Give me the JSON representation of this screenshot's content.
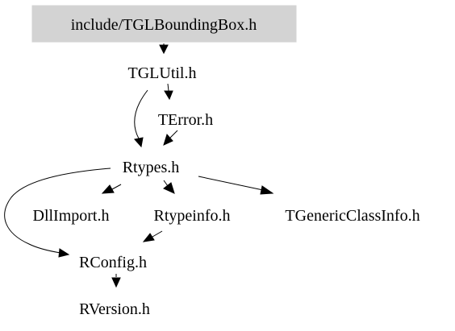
{
  "diagram": {
    "root": "include/TGLBoundingBox.h",
    "nodes": [
      "TGLUtil.h",
      "TError.h",
      "Rtypes.h",
      "DllImport.h",
      "Rtypeinfo.h",
      "TGenericClassInfo.h",
      "RConfig.h",
      "RVersion.h"
    ],
    "edges": [
      [
        "include/TGLBoundingBox.h",
        "TGLUtil.h"
      ],
      [
        "TGLUtil.h",
        "TError.h"
      ],
      [
        "TGLUtil.h",
        "Rtypes.h"
      ],
      [
        "TError.h",
        "Rtypes.h"
      ],
      [
        "Rtypes.h",
        "DllImport.h"
      ],
      [
        "Rtypes.h",
        "Rtypeinfo.h"
      ],
      [
        "Rtypes.h",
        "TGenericClassInfo.h"
      ],
      [
        "Rtypes.h",
        "RConfig.h"
      ],
      [
        "Rtypeinfo.h",
        "RConfig.h"
      ],
      [
        "RConfig.h",
        "RVersion.h"
      ]
    ],
    "colors": {
      "root_fill": "#d3d3d3",
      "edge": "#000000",
      "text": "#000000"
    }
  }
}
